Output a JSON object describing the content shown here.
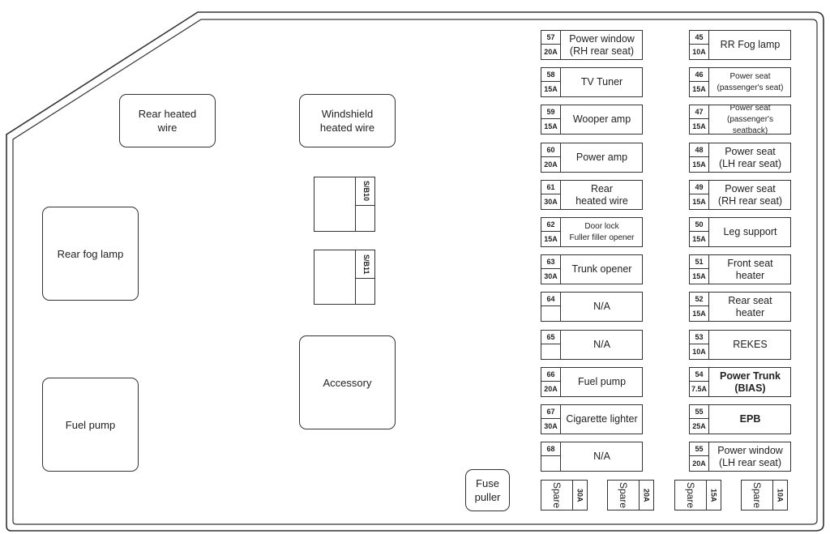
{
  "components": {
    "rear_heated_wire": "Rear heated\nwire",
    "windshield_heated_wire": "Windshield\nheated wire",
    "rear_fog_lamp": "Rear fog lamp",
    "fuel_pump": "Fuel pump",
    "accessory": "Accessory",
    "fuse_puller": "Fuse\npuller"
  },
  "relays": [
    {
      "label": "S/B10"
    },
    {
      "label": "S/B11"
    }
  ],
  "fuses_left": [
    {
      "number": "57",
      "amps": "20A",
      "label": "Power window\n(RH rear seat)"
    },
    {
      "number": "58",
      "amps": "15A",
      "label": "TV Tuner"
    },
    {
      "number": "59",
      "amps": "15A",
      "label": "Wooper amp"
    },
    {
      "number": "60",
      "amps": "20A",
      "label": "Power amp"
    },
    {
      "number": "61",
      "amps": "30A",
      "label": "Rear\nheated wire"
    },
    {
      "number": "62",
      "amps": "15A",
      "label": "Door lock\nFuller filler opener"
    },
    {
      "number": "63",
      "amps": "30A",
      "label": "Trunk opener"
    },
    {
      "number": "64",
      "amps": "",
      "label": "N/A"
    },
    {
      "number": "65",
      "amps": "",
      "label": "N/A"
    },
    {
      "number": "66",
      "amps": "20A",
      "label": "Fuel pump"
    },
    {
      "number": "67",
      "amps": "30A",
      "label": "Cigarette lighter"
    },
    {
      "number": "68",
      "amps": "",
      "label": "N/A"
    }
  ],
  "fuses_right": [
    {
      "number": "45",
      "amps": "10A",
      "label": "RR Fog lamp"
    },
    {
      "number": "46",
      "amps": "15A",
      "label": "Power seat\n(passenger's seat)"
    },
    {
      "number": "47",
      "amps": "15A",
      "label": "Power seat\n(passenger's seatback)"
    },
    {
      "number": "48",
      "amps": "15A",
      "label": "Power seat\n(LH rear seat)"
    },
    {
      "number": "49",
      "amps": "15A",
      "label": "Power seat\n(RH rear seat)"
    },
    {
      "number": "50",
      "amps": "15A",
      "label": "Leg support"
    },
    {
      "number": "51",
      "amps": "15A",
      "label": "Front seat\nheater"
    },
    {
      "number": "52",
      "amps": "15A",
      "label": "Rear seat\nheater"
    },
    {
      "number": "53",
      "amps": "10A",
      "label": "REKES"
    },
    {
      "number": "54",
      "amps": "7.5A",
      "label": "Power Trunk\n(BIAS)"
    },
    {
      "number": "55",
      "amps": "25A",
      "label": "EPB"
    },
    {
      "number": "55",
      "amps": "20A",
      "label": "Power window\n(LH rear seat)"
    }
  ],
  "spares": [
    {
      "label": "Spare",
      "amps": "30A"
    },
    {
      "label": "Spare",
      "amps": "20A"
    },
    {
      "label": "Spare",
      "amps": "15A"
    },
    {
      "label": "Spare",
      "amps": "10A"
    }
  ],
  "colors": {
    "line": "#333333",
    "background": "#ffffff",
    "text": "#222222"
  }
}
